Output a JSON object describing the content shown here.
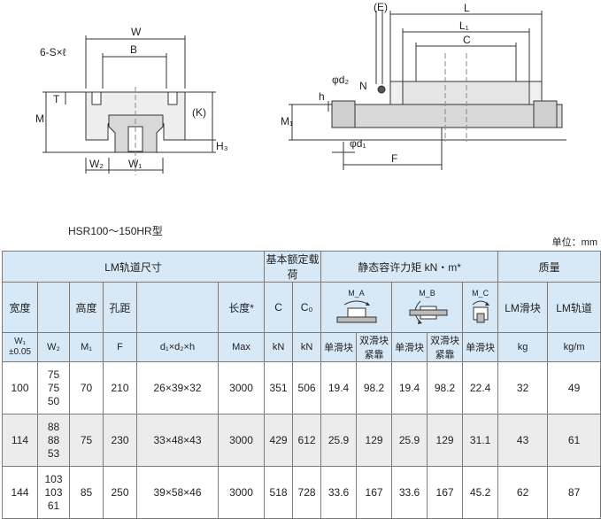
{
  "diagram": {
    "left_labels": {
      "w": "W",
      "b": "B",
      "s": "6-S×ℓ",
      "t": "T",
      "m": "M",
      "k": "(K)",
      "h3": "H₃",
      "w2": "W₂",
      "w1": "W₁"
    },
    "right_labels": {
      "e": "(E)",
      "l": "L",
      "l1": "L₁",
      "c": "C",
      "d2": "φd₂",
      "h": "h",
      "n": "N",
      "m1": "M₁",
      "d1": "φd₁",
      "f": "F"
    }
  },
  "model_title": "HSR100〜150HR型",
  "unit_label": "单位：mm",
  "header": {
    "group_rail": "LM轨道尺寸",
    "group_load": "基本额定载荷",
    "group_moment": "静态容许力矩 kN・m*",
    "group_mass": "质量",
    "width": "宽度",
    "height": "高度",
    "pitch": "孔距",
    "length": "长度*",
    "c": "C",
    "c0": "C₀",
    "ma": "M_A",
    "mb": "M_B",
    "mc": "M_C",
    "lm_block": "LM滑块",
    "lm_rail": "LM轨道",
    "single_a": "单滑块",
    "double_a": "双滑块紧靠",
    "single_b": "单滑块",
    "double_b": "双滑块紧靠",
    "single_c": "单滑块",
    "w1": "W₁",
    "w1_tol": "±0.05",
    "w2": "W₂",
    "m1": "M₁",
    "f": "F",
    "dxh": "d₁×d₂×h",
    "max": "Max",
    "kn1": "kN",
    "kn2": "kN",
    "kg": "kg",
    "kgm": "kg/m"
  },
  "rows": [
    {
      "w1": "100",
      "w2": [
        "75",
        "75",
        "50"
      ],
      "m1": "70",
      "f": "210",
      "dxh": "26×39×32",
      "max": "3000",
      "c": "351",
      "c0": "506",
      "ma1": "19.4",
      "ma2": "98.2",
      "mb1": "19.4",
      "mb2": "98.2",
      "mc1": "22.4",
      "block": "32",
      "rail": "49"
    },
    {
      "w1": "114",
      "w2": [
        "88",
        "88",
        "53"
      ],
      "m1": "75",
      "f": "230",
      "dxh": "33×48×43",
      "max": "3000",
      "c": "429",
      "c0": "612",
      "ma1": "25.9",
      "ma2": "129",
      "mb1": "25.9",
      "mb2": "129",
      "mc1": "31.1",
      "block": "43",
      "rail": "61"
    },
    {
      "w1": "144",
      "w2": [
        "103",
        "103",
        "61"
      ],
      "m1": "85",
      "f": "250",
      "dxh": "39×58×46",
      "max": "3000",
      "c": "518",
      "c0": "728",
      "ma1": "33.6",
      "ma2": "167",
      "mb1": "33.6",
      "mb2": "167",
      "mc1": "45.2",
      "block": "62",
      "rail": "87"
    }
  ]
}
